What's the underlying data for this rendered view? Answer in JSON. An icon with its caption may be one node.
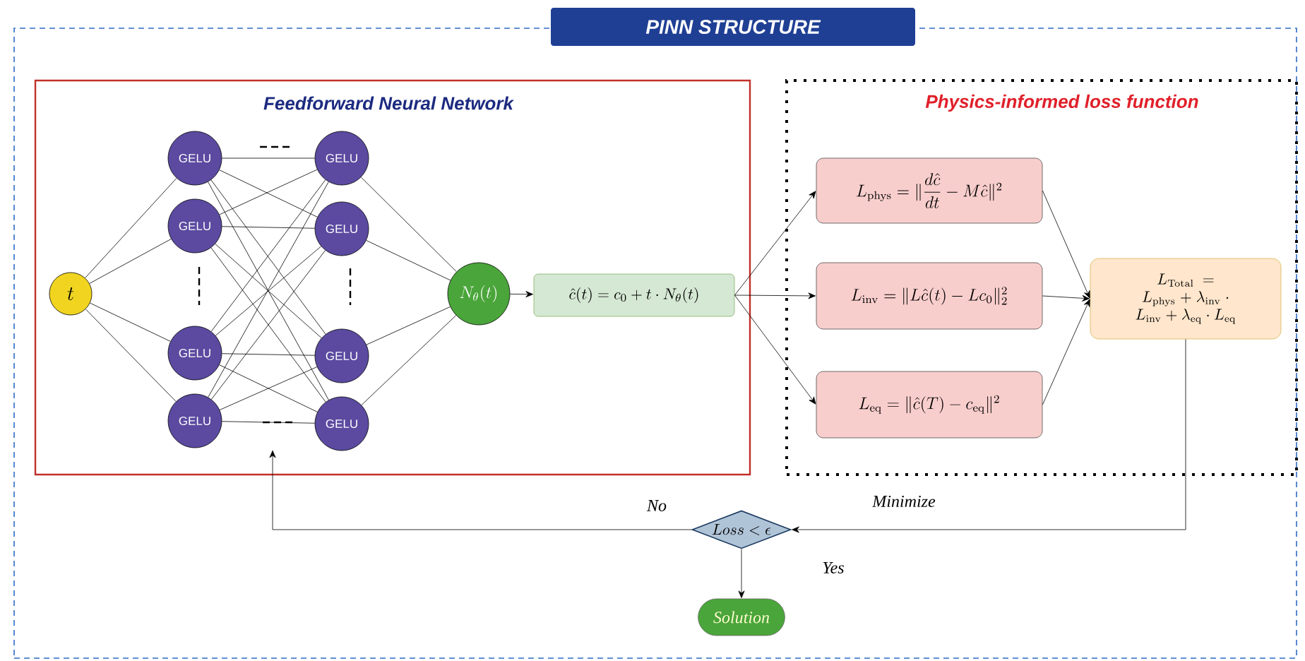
{
  "diagram": {
    "nodes": [
      {
        "text": [
          "PINN STRUCTURE"
        ]
      },
      {
        "text": [
          "Feedforward Neural Network"
        ],
        "in": 0
      },
      {
        "text": [
          "t"
        ],
        "in": 1
      },
      {
        "text": [
          "GELU"
        ],
        "in": 1
      },
      {
        "text": [
          "GELU"
        ],
        "in": 1
      },
      {
        "text": [
          "GELU"
        ],
        "in": 1
      },
      {
        "text": [
          "GELU"
        ],
        "in": 1
      },
      {
        "text": [
          "GELU"
        ],
        "in": 1
      },
      {
        "text": [
          "GELU"
        ],
        "in": 1
      },
      {
        "text": [
          "GELU"
        ],
        "in": 1
      },
      {
        "text": [
          "GELU"
        ],
        "in": 1
      },
      {
        "text": [
          "N_{\\theta}(t)"
        ],
        "in": 1
      },
      {
        "text": [
          "\\hat{c}(t) = c_0 + t \\cdot N_{\\theta}(t)"
        ],
        "in": 1
      },
      {
        "text": [
          "Physics-informed loss function"
        ],
        "in": 0
      },
      {
        "text": [
          "L_{\\mathrm{phys}} = \\| \\dfrac{d\\hat{c}}{dt} - M\\hat{c}\\|^2"
        ],
        "in": 13
      },
      {
        "text": [
          "L_{\\mathrm{inv}} = \\| L\\hat{c}(t) - Lc_0\\|_2^2"
        ],
        "in": 13
      },
      {
        "text": [
          "L_{\\mathrm{eq}} = \\| \\hat{c}(T) - c_{\\mathrm{eq}}\\|^2"
        ],
        "in": 13
      },
      {
        "text": [
          "L_{\\mathrm{Total}} = L_{\\mathrm{phys}} + \\lambda_{\\mathrm{inv}} \\cdot L_{\\mathrm{inv}} + \\lambda_{\\mathrm{eq}} \\cdot L_{\\mathrm{eq}}"
        ],
        "in": 13
      },
      {
        "text": [
          "Loss < \\epsilon"
        ],
        "in": 0
      },
      {
        "text": [
          "Solution"
        ],
        "in": 0
      }
    ],
    "edges": [
      {
        "from": 2,
        "to": 3,
        "arrow": "none"
      },
      {
        "from": 2,
        "to": 4,
        "arrow": "none"
      },
      {
        "from": 2,
        "to": 5,
        "arrow": "none"
      },
      {
        "from": 2,
        "to": 6,
        "arrow": "none"
      },
      {
        "from": 3,
        "to": 7,
        "arrow": "none"
      },
      {
        "from": 3,
        "to": 8,
        "arrow": "none"
      },
      {
        "from": 3,
        "to": 9,
        "arrow": "none"
      },
      {
        "from": 3,
        "to": 10,
        "arrow": "none"
      },
      {
        "from": 4,
        "to": 7,
        "arrow": "none"
      },
      {
        "from": 4,
        "to": 8,
        "arrow": "none"
      },
      {
        "from": 4,
        "to": 9,
        "arrow": "none"
      },
      {
        "from": 4,
        "to": 10,
        "arrow": "none"
      },
      {
        "from": 5,
        "to": 7,
        "arrow": "none"
      },
      {
        "from": 5,
        "to": 8,
        "arrow": "none"
      },
      {
        "from": 5,
        "to": 9,
        "arrow": "none"
      },
      {
        "from": 5,
        "to": 10,
        "arrow": "none"
      },
      {
        "from": 6,
        "to": 7,
        "arrow": "none"
      },
      {
        "from": 6,
        "to": 8,
        "arrow": "none"
      },
      {
        "from": 6,
        "to": 9,
        "arrow": "none"
      },
      {
        "from": 6,
        "to": 10,
        "arrow": "none"
      },
      {
        "from": 7,
        "to": 11,
        "arrow": "none"
      },
      {
        "from": 8,
        "to": 11,
        "arrow": "none"
      },
      {
        "from": 9,
        "to": 11,
        "arrow": "none"
      },
      {
        "from": 10,
        "to": 11,
        "arrow": "none"
      },
      {
        "from": 11,
        "to": 12,
        "arrow": "to"
      },
      {
        "from": 12,
        "to": 14,
        "arrow": "to"
      },
      {
        "from": 12,
        "to": 15,
        "arrow": "to"
      },
      {
        "from": 12,
        "to": 16,
        "arrow": "to"
      },
      {
        "from": 14,
        "to": 17,
        "arrow": "to"
      },
      {
        "from": 15,
        "to": 17,
        "arrow": "to"
      },
      {
        "from": 16,
        "to": 17,
        "arrow": "to"
      },
      {
        "from": 17,
        "to": 18,
        "arrow": "to",
        "label": "Minimize"
      },
      {
        "from": 18,
        "to": 1,
        "arrow": "to",
        "label": "No"
      },
      {
        "from": 18,
        "to": 19,
        "arrow": "to",
        "label": "Yes"
      }
    ]
  }
}
